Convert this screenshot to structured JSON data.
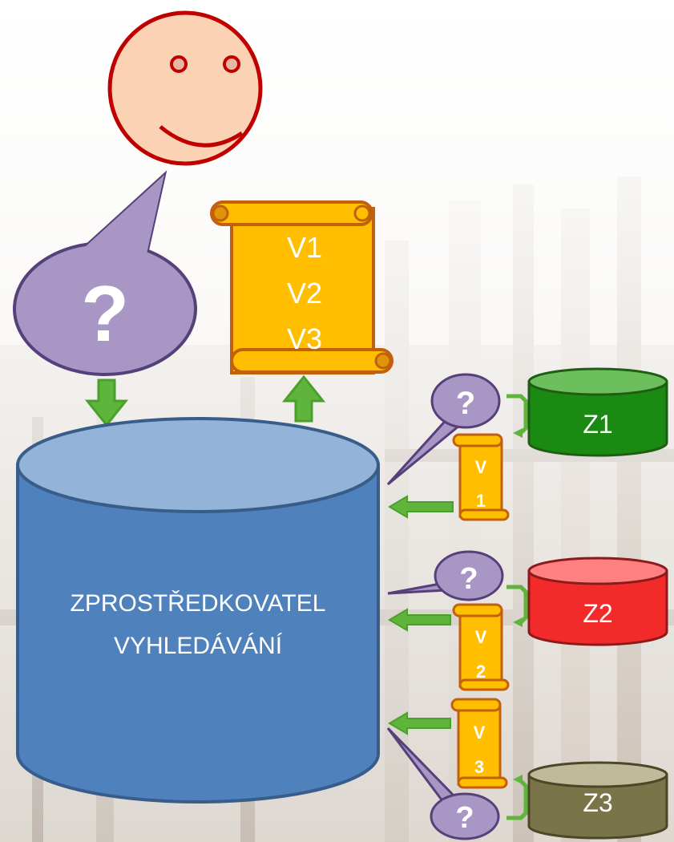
{
  "user_question_mark": "?",
  "result_scroll": {
    "lines": [
      "V1",
      "V2",
      "V3"
    ]
  },
  "mediator": {
    "line1": "ZPROSTŘEDKOVATEL",
    "line2": "VYHLEDÁVÁNÍ"
  },
  "sources": [
    {
      "label": "Z1",
      "color": "#1a8a12"
    },
    {
      "label": "Z2",
      "color": "#f22a2a"
    },
    {
      "label": "Z3",
      "color": "#7a7548"
    }
  ],
  "source_questions": [
    "?",
    "?",
    "?"
  ],
  "source_results": [
    {
      "letter": "V",
      "number": "1"
    },
    {
      "letter": "V",
      "number": "2"
    },
    {
      "letter": "V",
      "number": "3"
    }
  ],
  "colors": {
    "face": "#fbd3b4",
    "face_outline": "#c00000",
    "bubble": "#a896c4",
    "bubble_outline": "#55407a",
    "scroll": "#ffbf00",
    "scroll_outline": "#c2600d",
    "mediator": "#4f81bd",
    "mediator_top": "#93b3d8",
    "arrow": "#5fb43c"
  }
}
